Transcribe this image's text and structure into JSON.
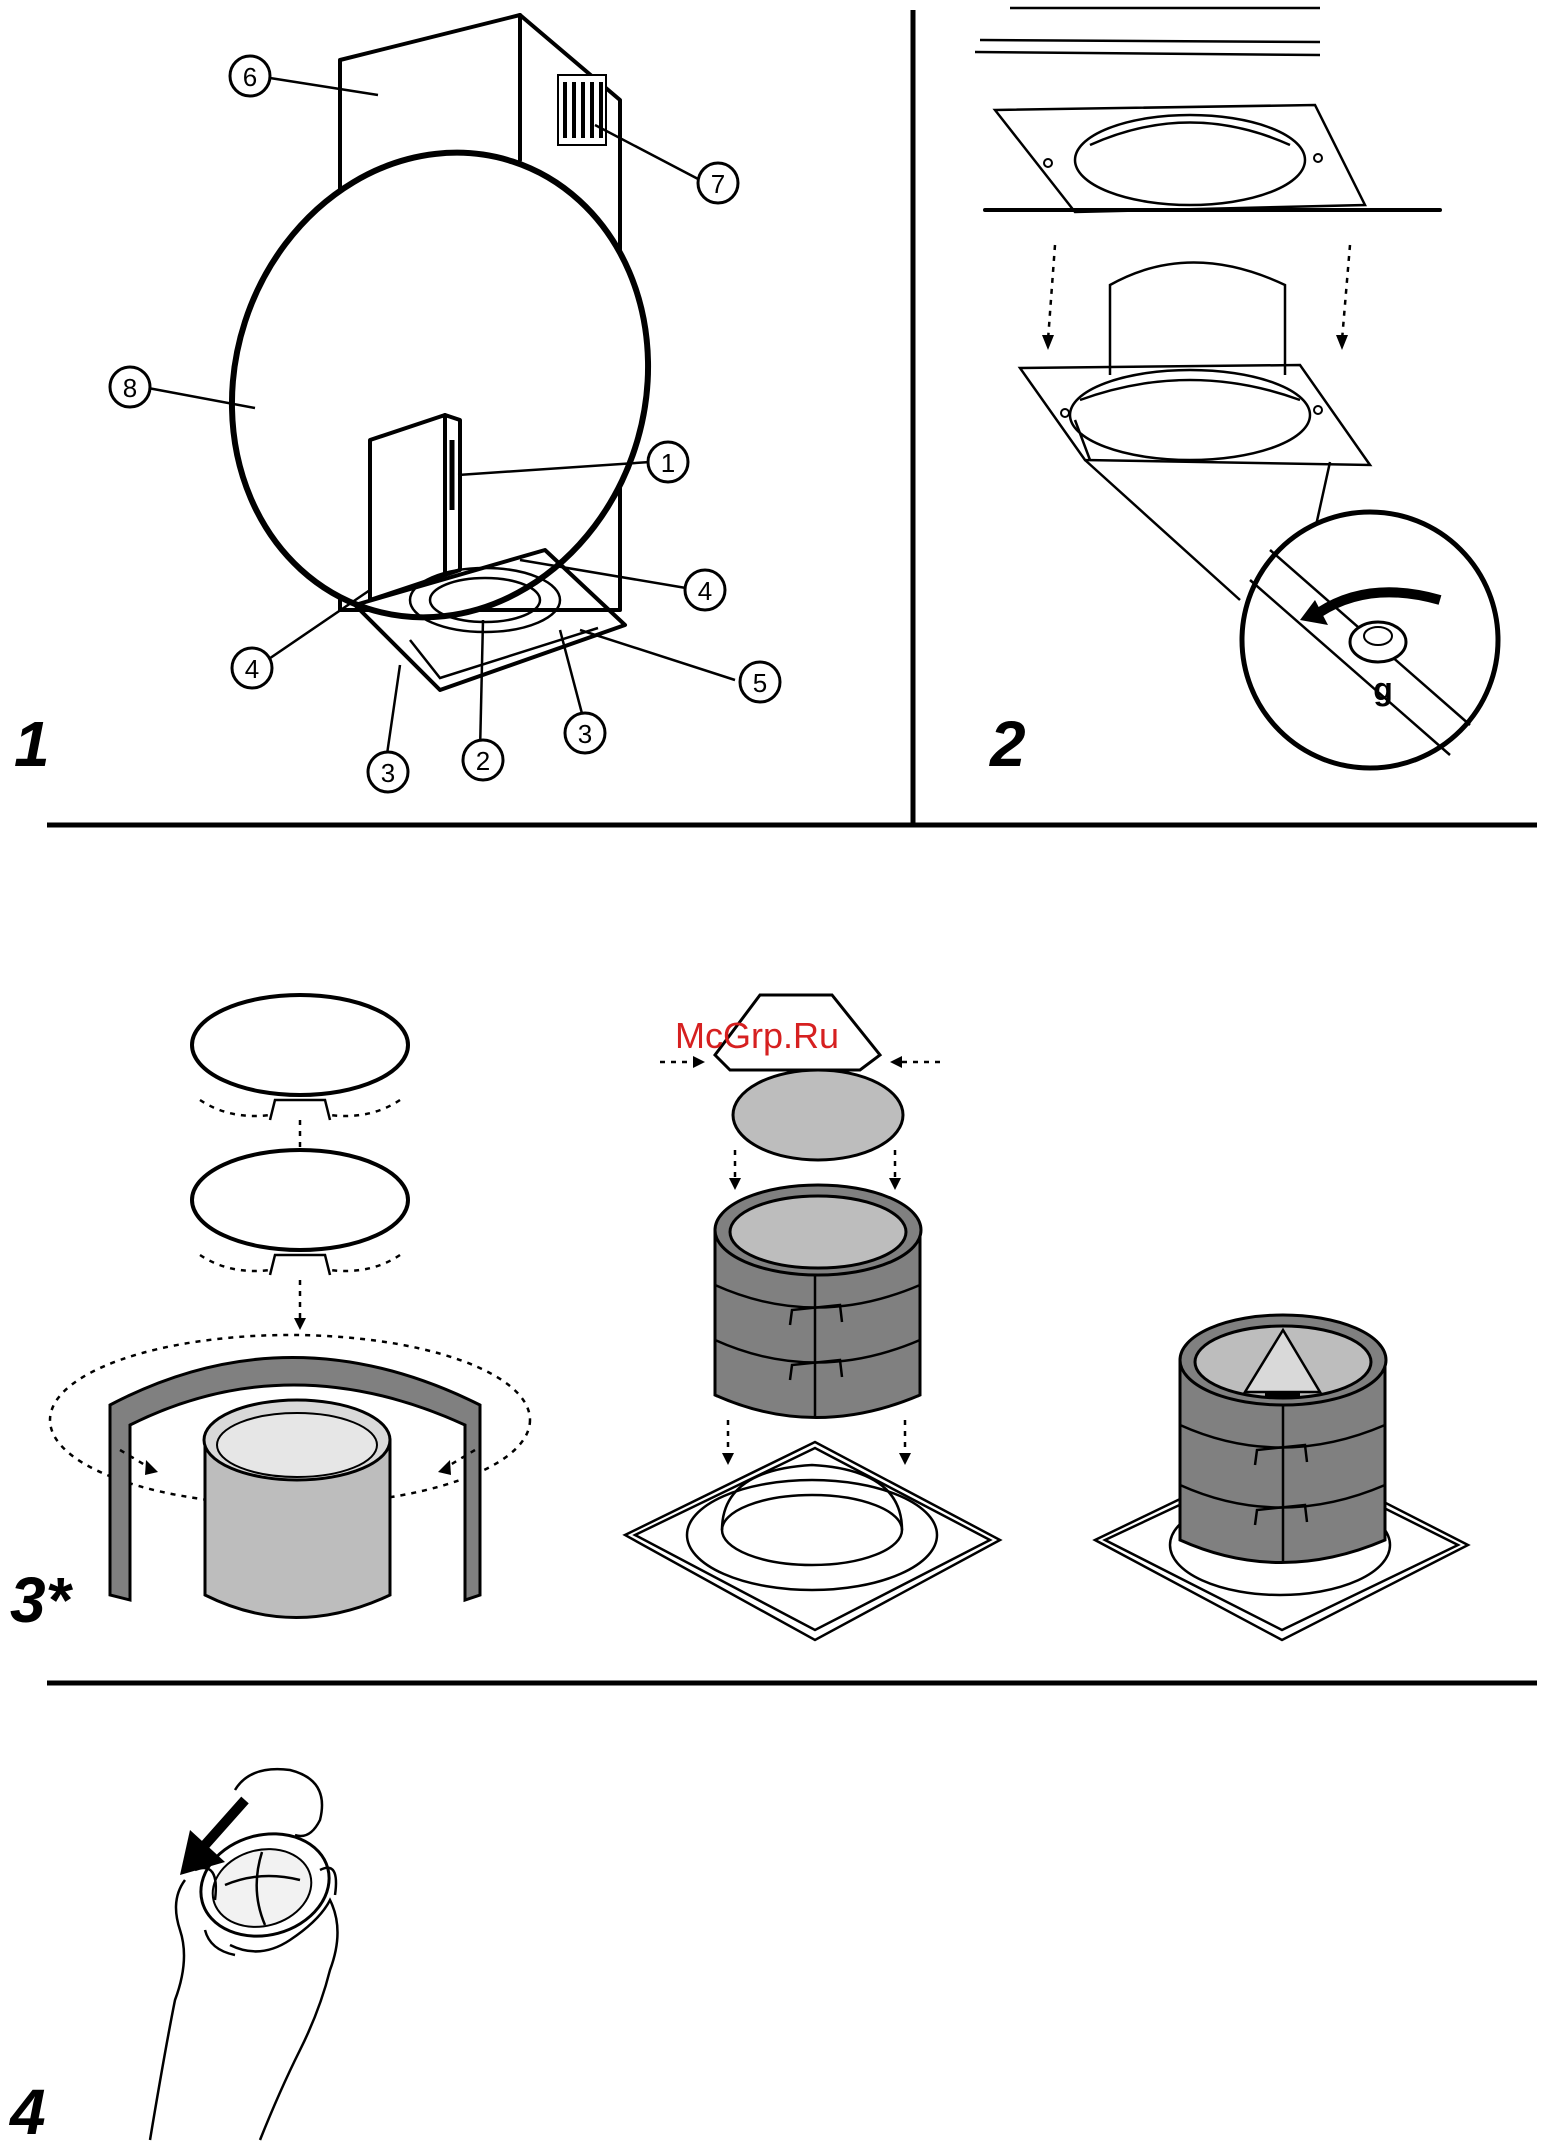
{
  "figures": [
    {
      "number": "1",
      "callouts": [
        "6",
        "7",
        "8",
        "1",
        "4",
        "4",
        "5",
        "3",
        "2",
        "3"
      ]
    },
    {
      "number": "2",
      "detail_label": "g"
    },
    {
      "number": "3*"
    },
    {
      "number": "4"
    }
  ],
  "watermark": "McGrp.Ru",
  "colors": {
    "dark_gray": "#808080",
    "mid_gray": "#bdbdbd",
    "light_gray": "#d9d9d9",
    "watermark": "#d62020"
  }
}
